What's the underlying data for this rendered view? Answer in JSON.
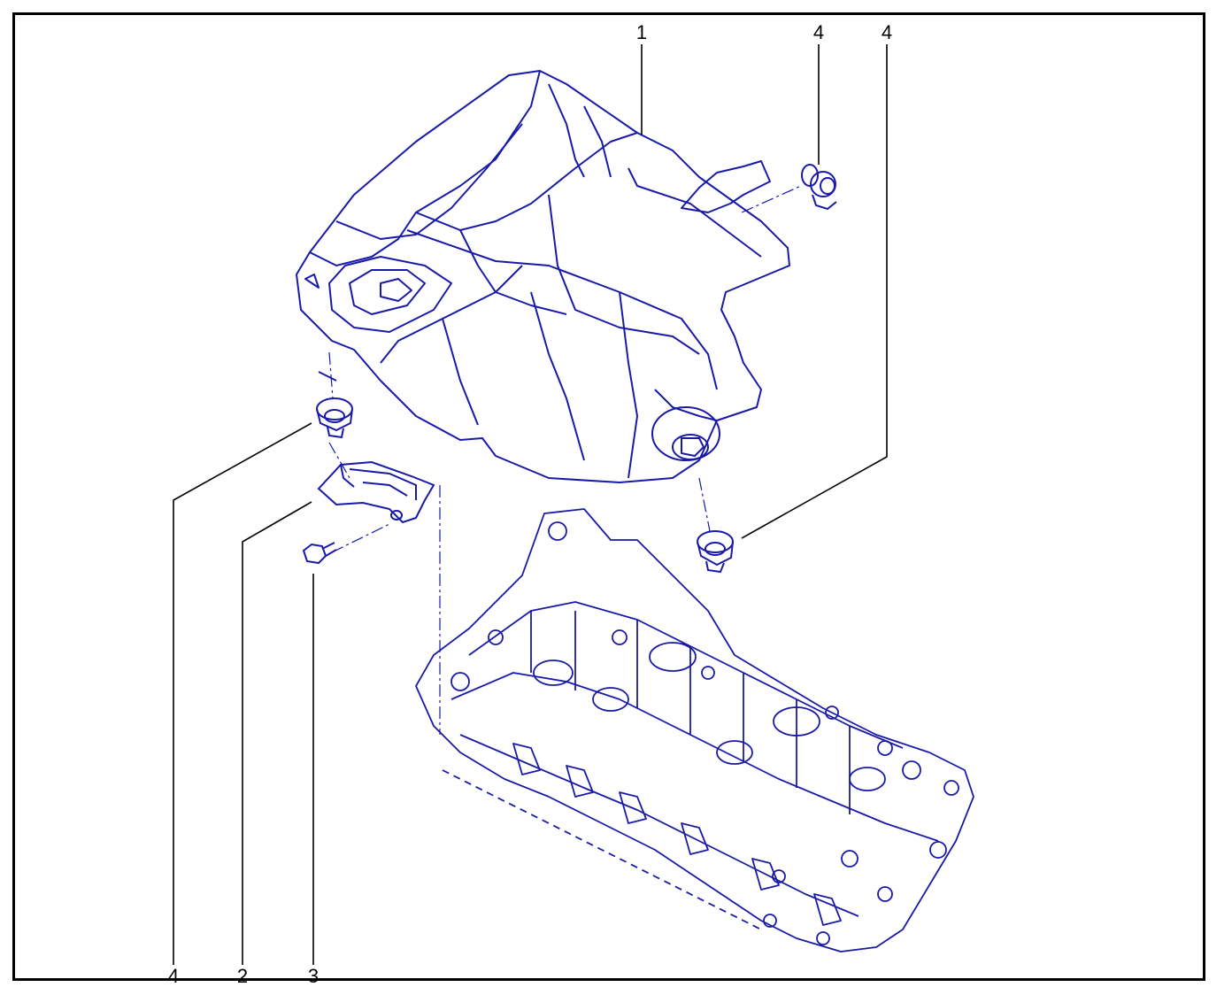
{
  "callouts": [
    {
      "id": "c1",
      "label": "1"
    },
    {
      "id": "c4a",
      "label": "4"
    },
    {
      "id": "c4b",
      "label": "4"
    },
    {
      "id": "c4c",
      "label": "4"
    },
    {
      "id": "c2",
      "label": "2"
    },
    {
      "id": "c3",
      "label": "3"
    }
  ],
  "colors": {
    "line_art": "#1a1aa8",
    "leader": "#000000",
    "frame": "#000000"
  }
}
